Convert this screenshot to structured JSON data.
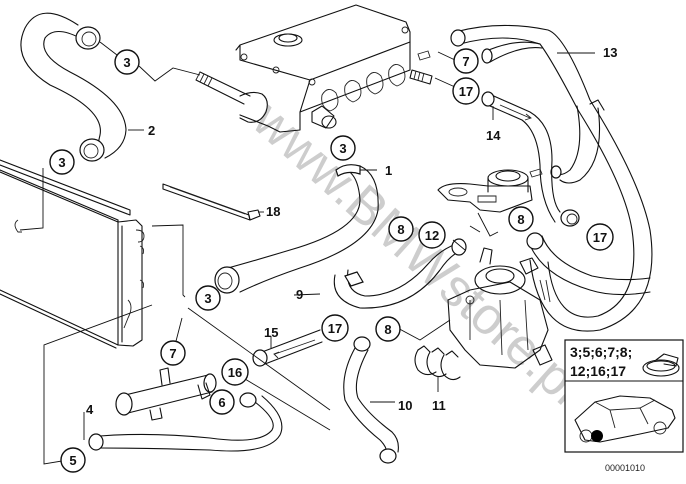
{
  "diagram": {
    "title": "Cooling system water hoses",
    "watermark": "www.BMWstore.pl",
    "drawing_number": "00001010",
    "inset": {
      "line1": "3;5;6;7;8;",
      "line2": "12;16;17",
      "clamp_icon": "hose-clamp-icon",
      "car_icon": "car-location-icon",
      "marker_color": "#000000"
    },
    "callouts": [
      {
        "id": "c3a",
        "num": "3"
      },
      {
        "id": "c3b",
        "num": "3"
      },
      {
        "id": "c3c",
        "num": "3"
      },
      {
        "id": "c3d",
        "num": "3"
      },
      {
        "id": "c7a",
        "num": "7"
      },
      {
        "id": "c17a",
        "num": "17"
      },
      {
        "id": "c8a",
        "num": "8"
      },
      {
        "id": "c12",
        "num": "12"
      },
      {
        "id": "c8b",
        "num": "8"
      },
      {
        "id": "c17b",
        "num": "17"
      },
      {
        "id": "c7b",
        "num": "7"
      },
      {
        "id": "c16",
        "num": "16"
      },
      {
        "id": "c6",
        "num": "6"
      },
      {
        "id": "c5",
        "num": "5"
      },
      {
        "id": "c17c",
        "num": "17"
      },
      {
        "id": "c8c",
        "num": "8"
      }
    ],
    "part_labels": [
      {
        "id": "p1",
        "num": "1"
      },
      {
        "id": "p2",
        "num": "2"
      },
      {
        "id": "p4",
        "num": "4"
      },
      {
        "id": "p9",
        "num": "9"
      },
      {
        "id": "p10",
        "num": "10"
      },
      {
        "id": "p11",
        "num": "11"
      },
      {
        "id": "p13",
        "num": "13"
      },
      {
        "id": "p14",
        "num": "14"
      },
      {
        "id": "p15",
        "num": "15"
      },
      {
        "id": "p18",
        "num": "18"
      }
    ]
  }
}
